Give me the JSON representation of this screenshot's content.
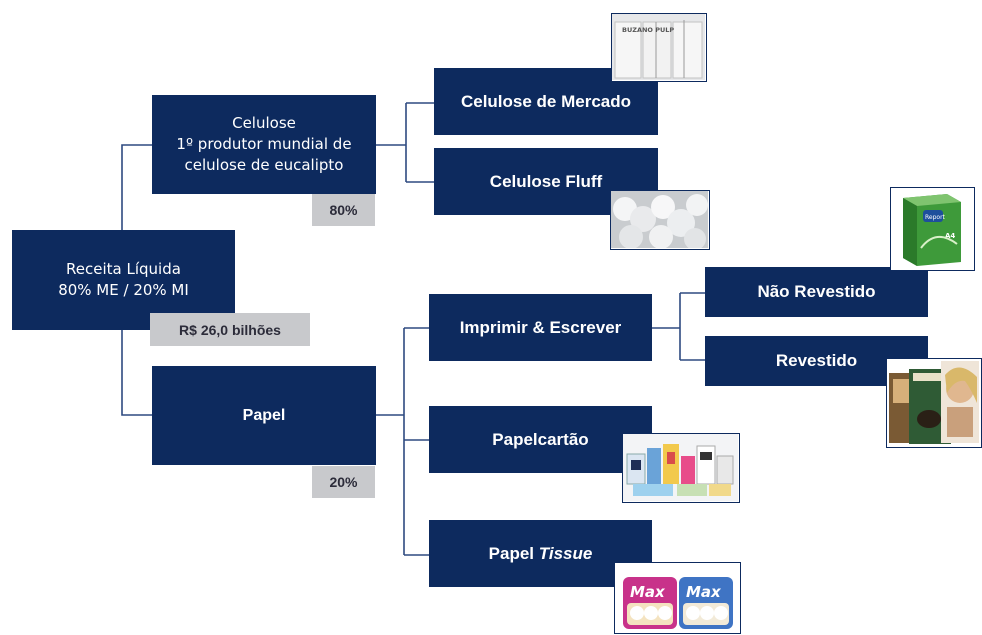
{
  "root": {
    "line1": "Receita Líquida",
    "line2": "80% ME / 20% MI",
    "revenue": "R$ 26,0 bilhões"
  },
  "celulose": {
    "line1": "Celulose",
    "line2": "1º produtor mundial de",
    "line3": "celulose de eucalipto",
    "share": "80%",
    "children": {
      "mercado": "Celulose de Mercado",
      "fluff": "Celulose Fluff"
    },
    "photo_text": "BUZANO PULP"
  },
  "papel": {
    "label": "Papel",
    "share": "20%",
    "children": {
      "imprimir": "Imprimir & Escrever",
      "papelcartao": "Papelcartão",
      "tissue_prefix": "Papel ",
      "tissue_italic": "Tissue"
    },
    "imprimir_children": {
      "nao_revestido": "Não Revestido",
      "revestido": "Revestido"
    },
    "product_text": {
      "report": "Report",
      "a4": "A4",
      "max": "Max"
    }
  },
  "colors": {
    "box": "#0d2a5e",
    "tag": "#c8c9cc",
    "line": "#2e4a80"
  }
}
